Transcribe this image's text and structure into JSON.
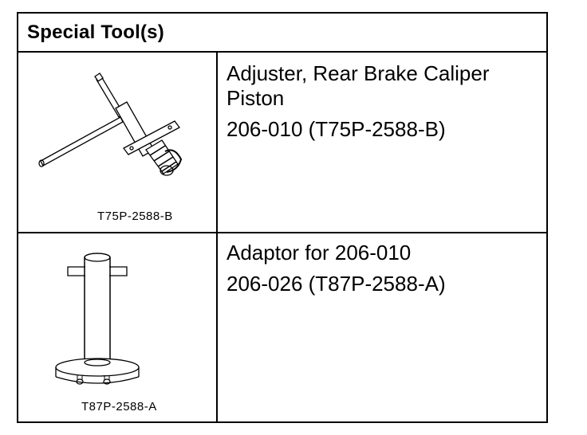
{
  "header": {
    "title": "Special Tool(s)"
  },
  "tools": [
    {
      "image_caption": "T75P-2588-B",
      "name": "Adjuster, Rear Brake Caliper Piston",
      "number": "206-010 (T75P-2588-B)"
    },
    {
      "image_caption": "T87P-2588-A",
      "name": "Adaptor for 206-010",
      "number": "206-026 (T87P-2588-A)"
    }
  ]
}
